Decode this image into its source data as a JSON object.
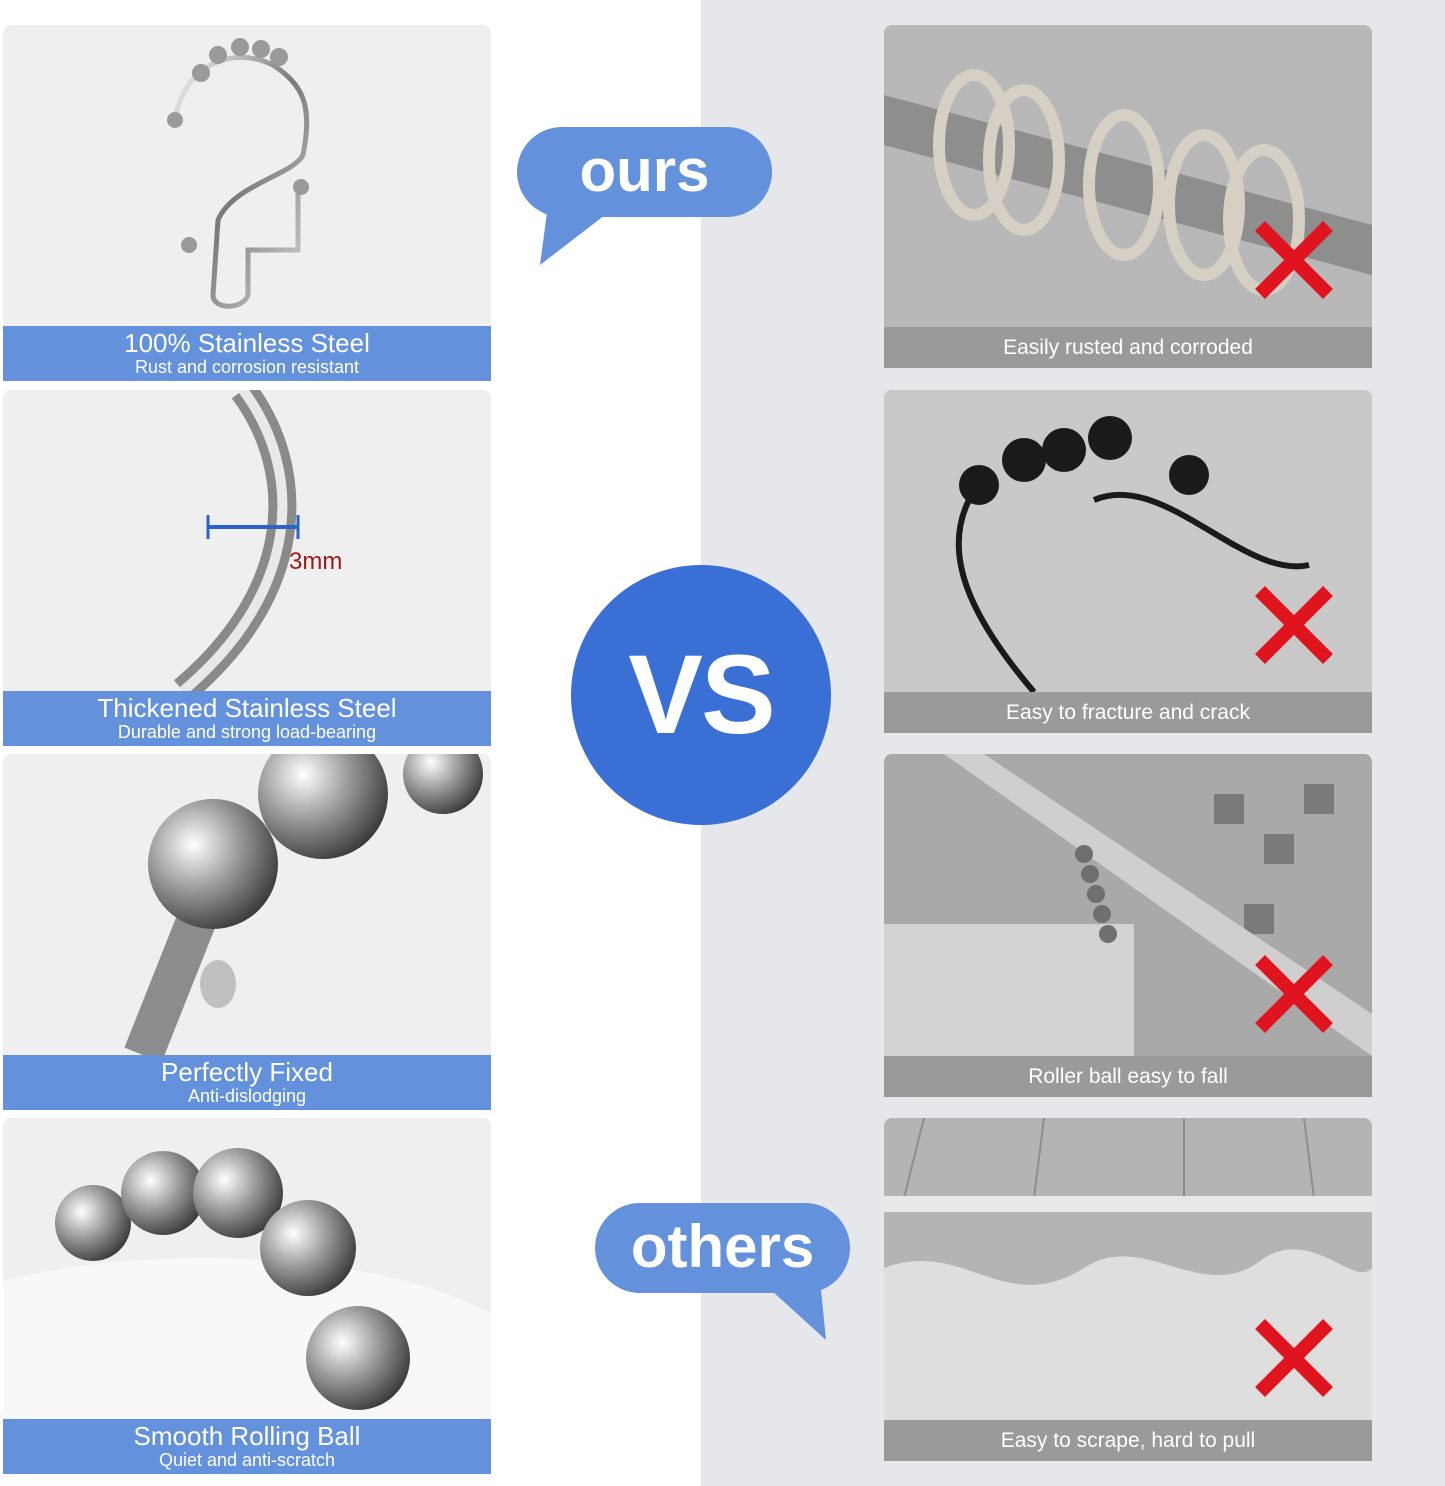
{
  "labels": {
    "ours": "ours",
    "vs": "VS",
    "others": "others"
  },
  "colors": {
    "accent_blue": "#6491dc",
    "vs_blue": "#3a6fd6",
    "caption_gray": "#9a9a9a",
    "x_red": "#e0141e",
    "right_background": "#e6e7ea"
  },
  "ours": [
    {
      "title": "100% Stainless Steel",
      "subtitle": "Rust and corrosion resistant",
      "image": "silver-double-roller-hook"
    },
    {
      "title": "Thickened Stainless Steel",
      "subtitle": "Durable and strong load-bearing",
      "image": "hook-curve-thickness",
      "measurement": "3mm"
    },
    {
      "title": "Perfectly Fixed",
      "subtitle": "Anti-dislodging",
      "image": "ball-closeup"
    },
    {
      "title": "Smooth Rolling Ball",
      "subtitle": "Quiet and anti-scratch",
      "image": "rolling-balls-closeup"
    }
  ],
  "others": [
    {
      "caption": "Easily rusted and corroded",
      "image": "rusted-rings-on-rod",
      "mark": "x-icon"
    },
    {
      "caption": "Easy to fracture and crack",
      "image": "broken-black-hook",
      "mark": "x-icon"
    },
    {
      "caption": "Roller ball easy to fall",
      "image": "hook-on-rod-tiles",
      "mark": "x-icon"
    },
    {
      "caption": "Easy to scrape, hard to pull",
      "image": "curtain-on-rod",
      "mark": "x-icon"
    }
  ]
}
